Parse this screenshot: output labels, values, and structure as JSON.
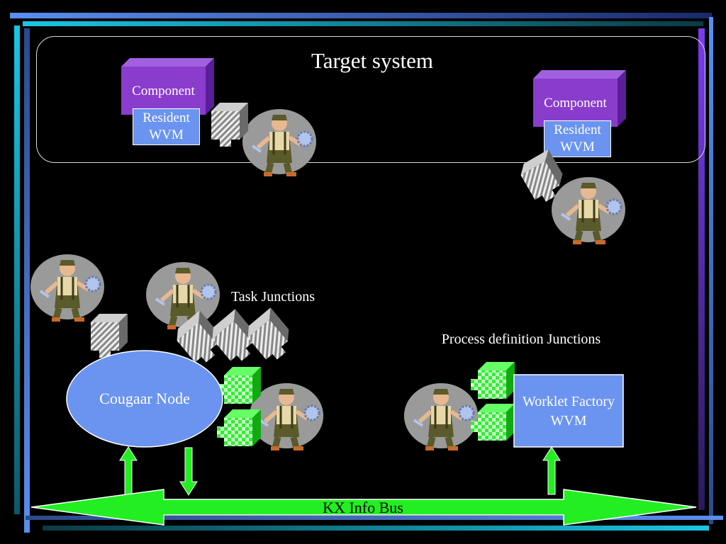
{
  "slide": {
    "title": "Target system",
    "components": [
      {
        "label": "Component",
        "resident_line1": "Resident",
        "resident_line2": "WVM"
      },
      {
        "label": "Component",
        "resident_line1": "Resident",
        "resident_line2": "WVM"
      }
    ],
    "task_junctions_label": "Task Junctions",
    "process_junctions_label": "Process definition Junctions",
    "cougaar_node_label": "Cougaar Node",
    "worklet_factory_line1": "Worklet Factory",
    "worklet_factory_line2": "WVM",
    "info_bus_label": "KX Info Bus"
  },
  "colors": {
    "background": "#000000",
    "frame_cyan": "#19c6e6",
    "frame_blue": "#5a8ef0",
    "frame_purple": "#7a3cf0",
    "component_purple": "#8a3ccc",
    "wvm_blue": "#6b94f0",
    "cougaar_node": "#6b94f0",
    "bus_green": "#22ee22",
    "junction_green": "#22dd22",
    "junction_gray": "#9a9a9a"
  },
  "icons": [
    "worker-clipart",
    "puzzle-junction",
    "double-arrow",
    "up-arrow",
    "down-arrow"
  ]
}
